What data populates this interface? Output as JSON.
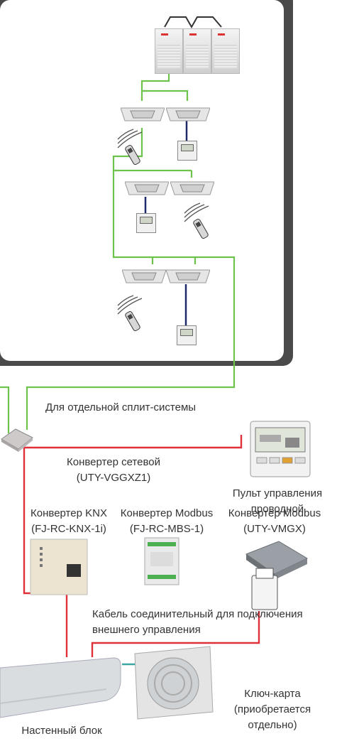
{
  "labels": {
    "split_system": "Для отдельной сплит-системы",
    "network_converter_name": "Конвертер сетевой",
    "network_converter_model": "(UTY-VGGXZ1)",
    "wired_remote_line1": "Пульт управления",
    "wired_remote_line2": "проводной",
    "knx_name": "Конвертер KNX",
    "knx_model": "(FJ-RC-KNX-1i)",
    "modbus1_name": "Конвертер Modbus",
    "modbus1_model": "(FJ-RC-MBS-1)",
    "modbus2_name": "Конвертер Modbus",
    "modbus2_model": "(UTY-VMGX)",
    "cable_line1": "Кабель соединительный для подключения",
    "cable_line2": "внешнего управления",
    "keycard_line1": "Ключ-карта",
    "keycard_line2": "(приобретается",
    "keycard_line3": "отдельно)",
    "wall_unit": "Настенный блок"
  },
  "colors": {
    "frame": "#4a4a4a",
    "green_wire": "#6cc24a",
    "red_wire": "#e0303a",
    "navy_wire": "#1f2a6b",
    "teal_wire": "#3aa7a0",
    "black_wire": "#333333"
  },
  "icons": [
    "outdoor-unit-icon",
    "cassette-unit-icon",
    "wireless-remote-icon",
    "wired-remote-icon",
    "network-converter-icon",
    "knx-converter-icon",
    "modbus-converter-icon",
    "modbus-box-icon",
    "key-card-icon",
    "wall-unit-icon",
    "outdoor-split-unit-icon"
  ]
}
